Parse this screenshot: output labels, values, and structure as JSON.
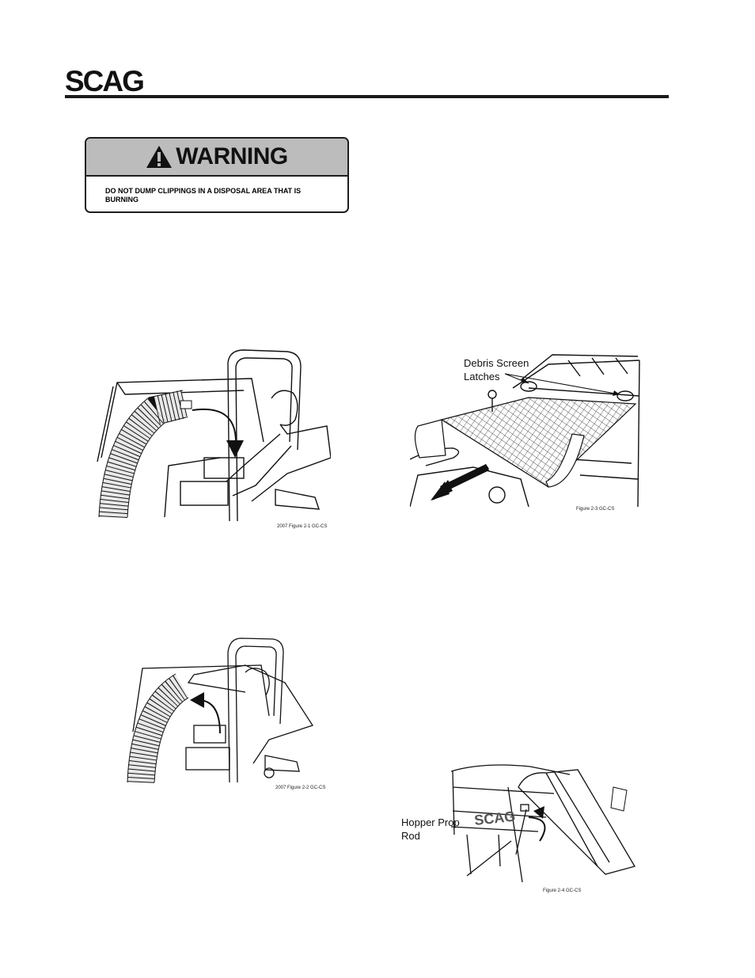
{
  "header": {
    "brand_logo": "SCAG"
  },
  "warning": {
    "title": "WARNING",
    "icon": "exclamation-triangle-icon",
    "message": "DO NOT DUMP CLIPPINGS IN A DISPOSAL AREA THAT IS BURNING"
  },
  "figures": [
    {
      "caption": "2007 Figure 2-1 GC-CS"
    },
    {
      "caption": "Figure 2-3 GC-CS",
      "callout_line1": "Debris Screen",
      "callout_line2": "Latches"
    },
    {
      "caption": "2007 Figure 2-2 GC-CS"
    },
    {
      "caption": "Figure 2-4 GC-CS",
      "callout_line1": "Hopper Prop",
      "callout_line2": "Rod",
      "decal_text": "SCAG"
    }
  ]
}
